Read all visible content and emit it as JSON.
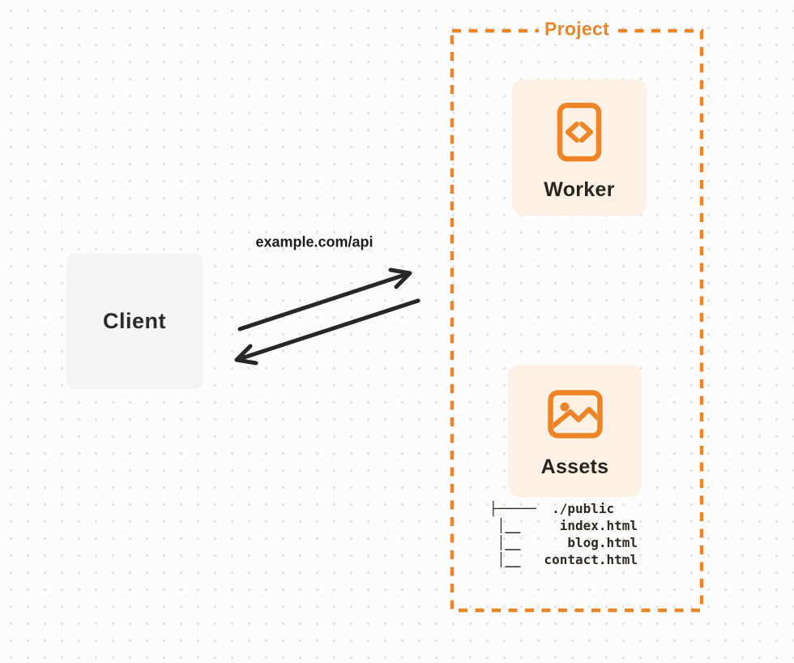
{
  "client_card": {
    "label": "Client"
  },
  "request": {
    "label": "example.com/api"
  },
  "project": {
    "title": "Project",
    "worker_card": {
      "label": "Worker",
      "icon": "code-document-icon"
    },
    "assets_card": {
      "label": "Assets",
      "icon": "image-icon"
    },
    "file_tree": {
      "lines": [
        "├─────  ./public",
        " │__     index.html",
        " │__      blog.html",
        " │__   contact.html"
      ]
    }
  },
  "colors": {
    "accent_orange": "#ED8527",
    "card_cream": "#FDF1E5",
    "card_gray": "#F5F5F5",
    "arrow_dark": "#272727",
    "background": "#FCFCFC"
  }
}
